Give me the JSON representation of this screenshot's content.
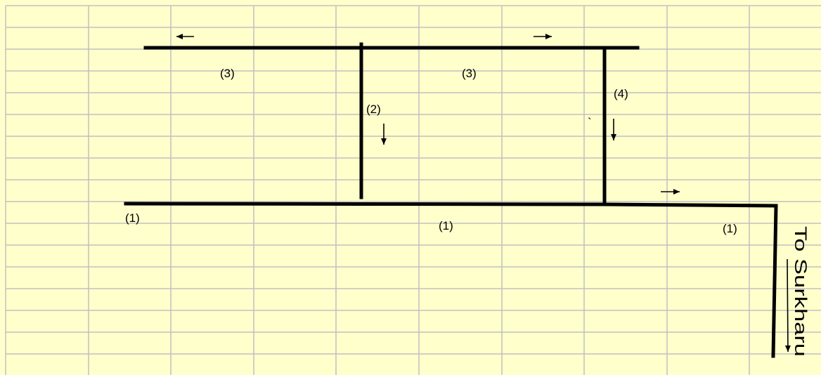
{
  "colors": {
    "background": "#ffffcc",
    "grid": "#c0c0c0",
    "lines": "#000000"
  },
  "labels": {
    "top_left_segment": "(3)",
    "top_right_segment": "(3)",
    "middle_vertical": "(2)",
    "right_vertical": "(4)",
    "stray_mark": "`",
    "bottom_left": "(1)",
    "bottom_middle": "(1)",
    "bottom_right": "(1)",
    "destination": "To Surkharu"
  },
  "icons": {
    "top_left_arrow": "arrow-left-icon",
    "top_right_arrow": "arrow-right-icon",
    "middle_down_arrow": "arrow-down-icon",
    "right_down_arrow": "arrow-down-icon",
    "bottom_right_arrow": "arrow-right-icon",
    "destination_arrow": "arrow-down-icon"
  }
}
